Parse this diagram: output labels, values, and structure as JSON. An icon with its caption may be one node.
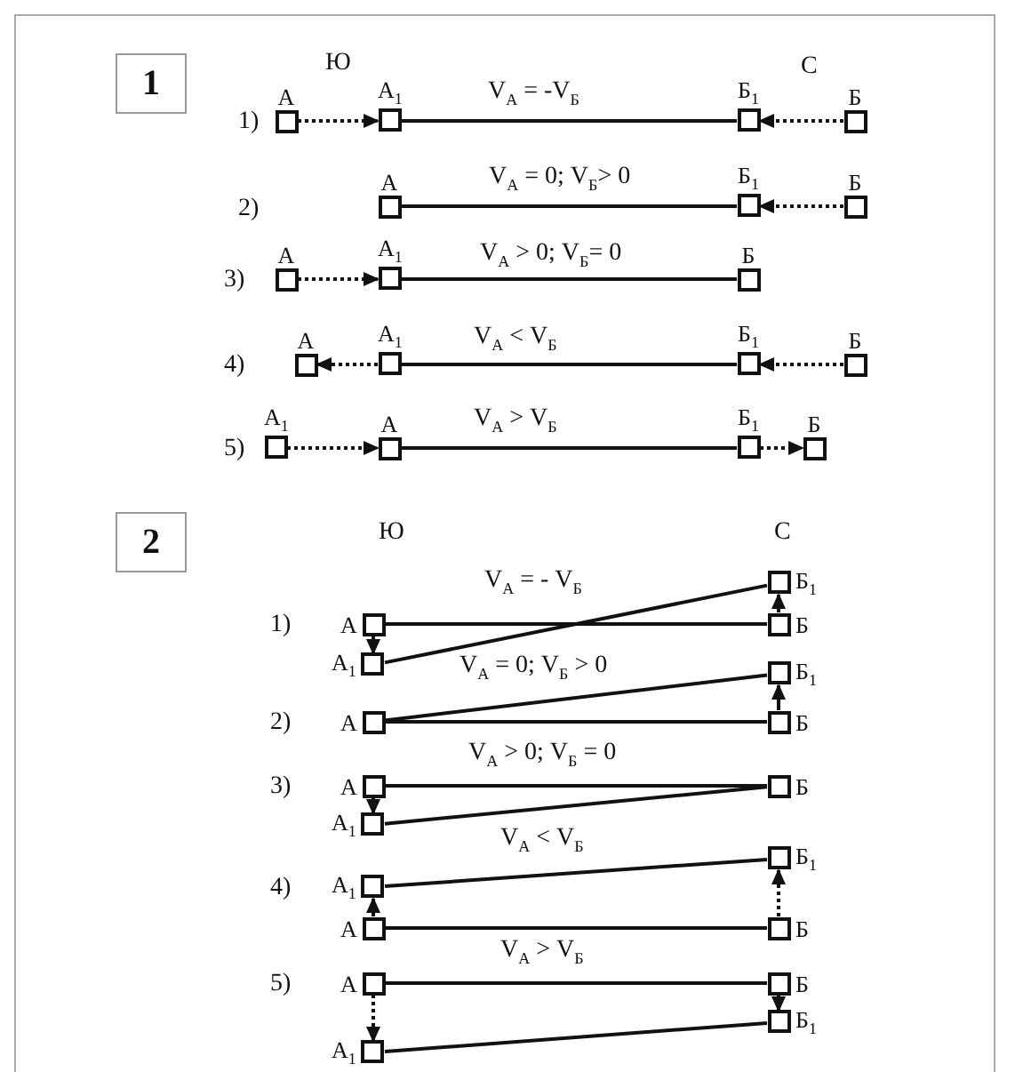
{
  "diagram": {
    "nodes": [
      {
        "text": [
          "1"
        ]
      },
      {
        "text": [
          "А"
        ]
      },
      {
        "text": [
          "А$_{1}$"
        ]
      },
      {
        "text": [
          "Б$_{1}$"
        ]
      },
      {
        "text": [
          "Б"
        ]
      },
      {
        "text": [
          "А"
        ]
      },
      {
        "text": [
          "Б$_{1}$"
        ]
      },
      {
        "text": [
          "Б"
        ]
      },
      {
        "text": [
          "А"
        ]
      },
      {
        "text": [
          "А$_{1}$"
        ]
      },
      {
        "text": [
          "Б"
        ]
      },
      {
        "text": [
          "А"
        ]
      },
      {
        "text": [
          "А$_{1}$"
        ]
      },
      {
        "text": [
          "Б$_{1}$"
        ]
      },
      {
        "text": [
          "Б"
        ]
      },
      {
        "text": [
          "А$_{1}$"
        ]
      },
      {
        "text": [
          "А"
        ]
      },
      {
        "text": [
          "Б$_{1}$"
        ]
      },
      {
        "text": [
          "Б"
        ]
      },
      {
        "text": [
          "2"
        ]
      },
      {
        "text": [
          "Б$_{1}$"
        ]
      },
      {
        "text": [
          "А"
        ]
      },
      {
        "text": [
          "Б"
        ]
      },
      {
        "text": [
          "А$_{1}$"
        ]
      },
      {
        "text": [
          "Б$_{1}$"
        ]
      },
      {
        "text": [
          "А"
        ]
      },
      {
        "text": [
          "Б"
        ]
      },
      {
        "text": [
          "А"
        ]
      },
      {
        "text": [
          "Б"
        ]
      },
      {
        "text": [
          "А$_{1}$"
        ]
      },
      {
        "text": [
          "Б$_{1}$"
        ]
      },
      {
        "text": [
          "А$_{1}$"
        ]
      },
      {
        "text": [
          "А"
        ]
      },
      {
        "text": [
          "Б"
        ]
      },
      {
        "text": [
          "А"
        ]
      },
      {
        "text": [
          "Б"
        ]
      },
      {
        "text": [
          "Б$_{1}$"
        ]
      },
      {
        "text": [
          "А$_{1}$"
        ]
      }
    ],
    "edges": [
      {
        "from": 1,
        "to": 2,
        "arrow": "to",
        "style": "dashed"
      },
      {
        "from": 2,
        "to": 3,
        "arrow": "none"
      },
      {
        "from": 4,
        "to": 3,
        "arrow": "to",
        "style": "dashed"
      },
      {
        "from": 5,
        "to": 6,
        "arrow": "none"
      },
      {
        "from": 7,
        "to": 6,
        "arrow": "to",
        "style": "dashed"
      },
      {
        "from": 8,
        "to": 9,
        "arrow": "to",
        "style": "dashed"
      },
      {
        "from": 9,
        "to": 10,
        "arrow": "none"
      },
      {
        "from": 12,
        "to": 11,
        "arrow": "to",
        "style": "dashed"
      },
      {
        "from": 12,
        "to": 13,
        "arrow": "none"
      },
      {
        "from": 14,
        "to": 13,
        "arrow": "to",
        "style": "dashed"
      },
      {
        "from": 15,
        "to": 16,
        "arrow": "to",
        "style": "dashed"
      },
      {
        "from": 16,
        "to": 17,
        "arrow": "none"
      },
      {
        "from": 17,
        "to": 18,
        "arrow": "to",
        "style": "dashed"
      },
      {
        "from": 21,
        "to": 22,
        "arrow": "none"
      },
      {
        "from": 23,
        "to": 20,
        "arrow": "none"
      },
      {
        "from": 21,
        "to": 23,
        "arrow": "to"
      },
      {
        "from": 22,
        "to": 20,
        "arrow": "to"
      },
      {
        "from": 25,
        "to": 26,
        "arrow": "none"
      },
      {
        "from": 25,
        "to": 24,
        "arrow": "none"
      },
      {
        "from": 26,
        "to": 24,
        "arrow": "to"
      },
      {
        "from": 27,
        "to": 28,
        "arrow": "none"
      },
      {
        "from": 29,
        "to": 28,
        "arrow": "none"
      },
      {
        "from": 27,
        "to": 29,
        "arrow": "to"
      },
      {
        "from": 31,
        "to": 30,
        "arrow": "none"
      },
      {
        "from": 32,
        "to": 33,
        "arrow": "none"
      },
      {
        "from": 32,
        "to": 31,
        "arrow": "to"
      },
      {
        "from": 33,
        "to": 30,
        "arrow": "to",
        "style": "dashed"
      },
      {
        "from": 34,
        "to": 35,
        "arrow": "none"
      },
      {
        "from": 37,
        "to": 36,
        "arrow": "none"
      },
      {
        "from": 34,
        "to": 37,
        "arrow": "to",
        "style": "dashed"
      },
      {
        "from": 35,
        "to": 36,
        "arrow": "to"
      }
    ],
    "labels": [
      "Ю",
      "С",
      "1)",
      "V$_{А}$ = -V$_{Б}$",
      "2)",
      "V$_{А}$ = 0; V$_{Б}$> 0",
      "3)",
      "V$_{А}$ > 0; V$_{Б}$= 0",
      "4)",
      "V$_{А}$ < V$_{Б}$",
      "5)",
      "V$_{А}$ > V$_{Б}$",
      "Ю",
      "С",
      "V$_{А}$ = - V$_{Б}$",
      "1)",
      "V$_{А}$ = 0; V$_{Б}$ > 0",
      "2)",
      "V$_{А}$ > 0; V$_{Б}$ = 0",
      "3)",
      "V$_{А}$ < V$_{Б}$",
      "4)",
      "V$_{А}$ > V$_{Б}$",
      "5)"
    ]
  }
}
